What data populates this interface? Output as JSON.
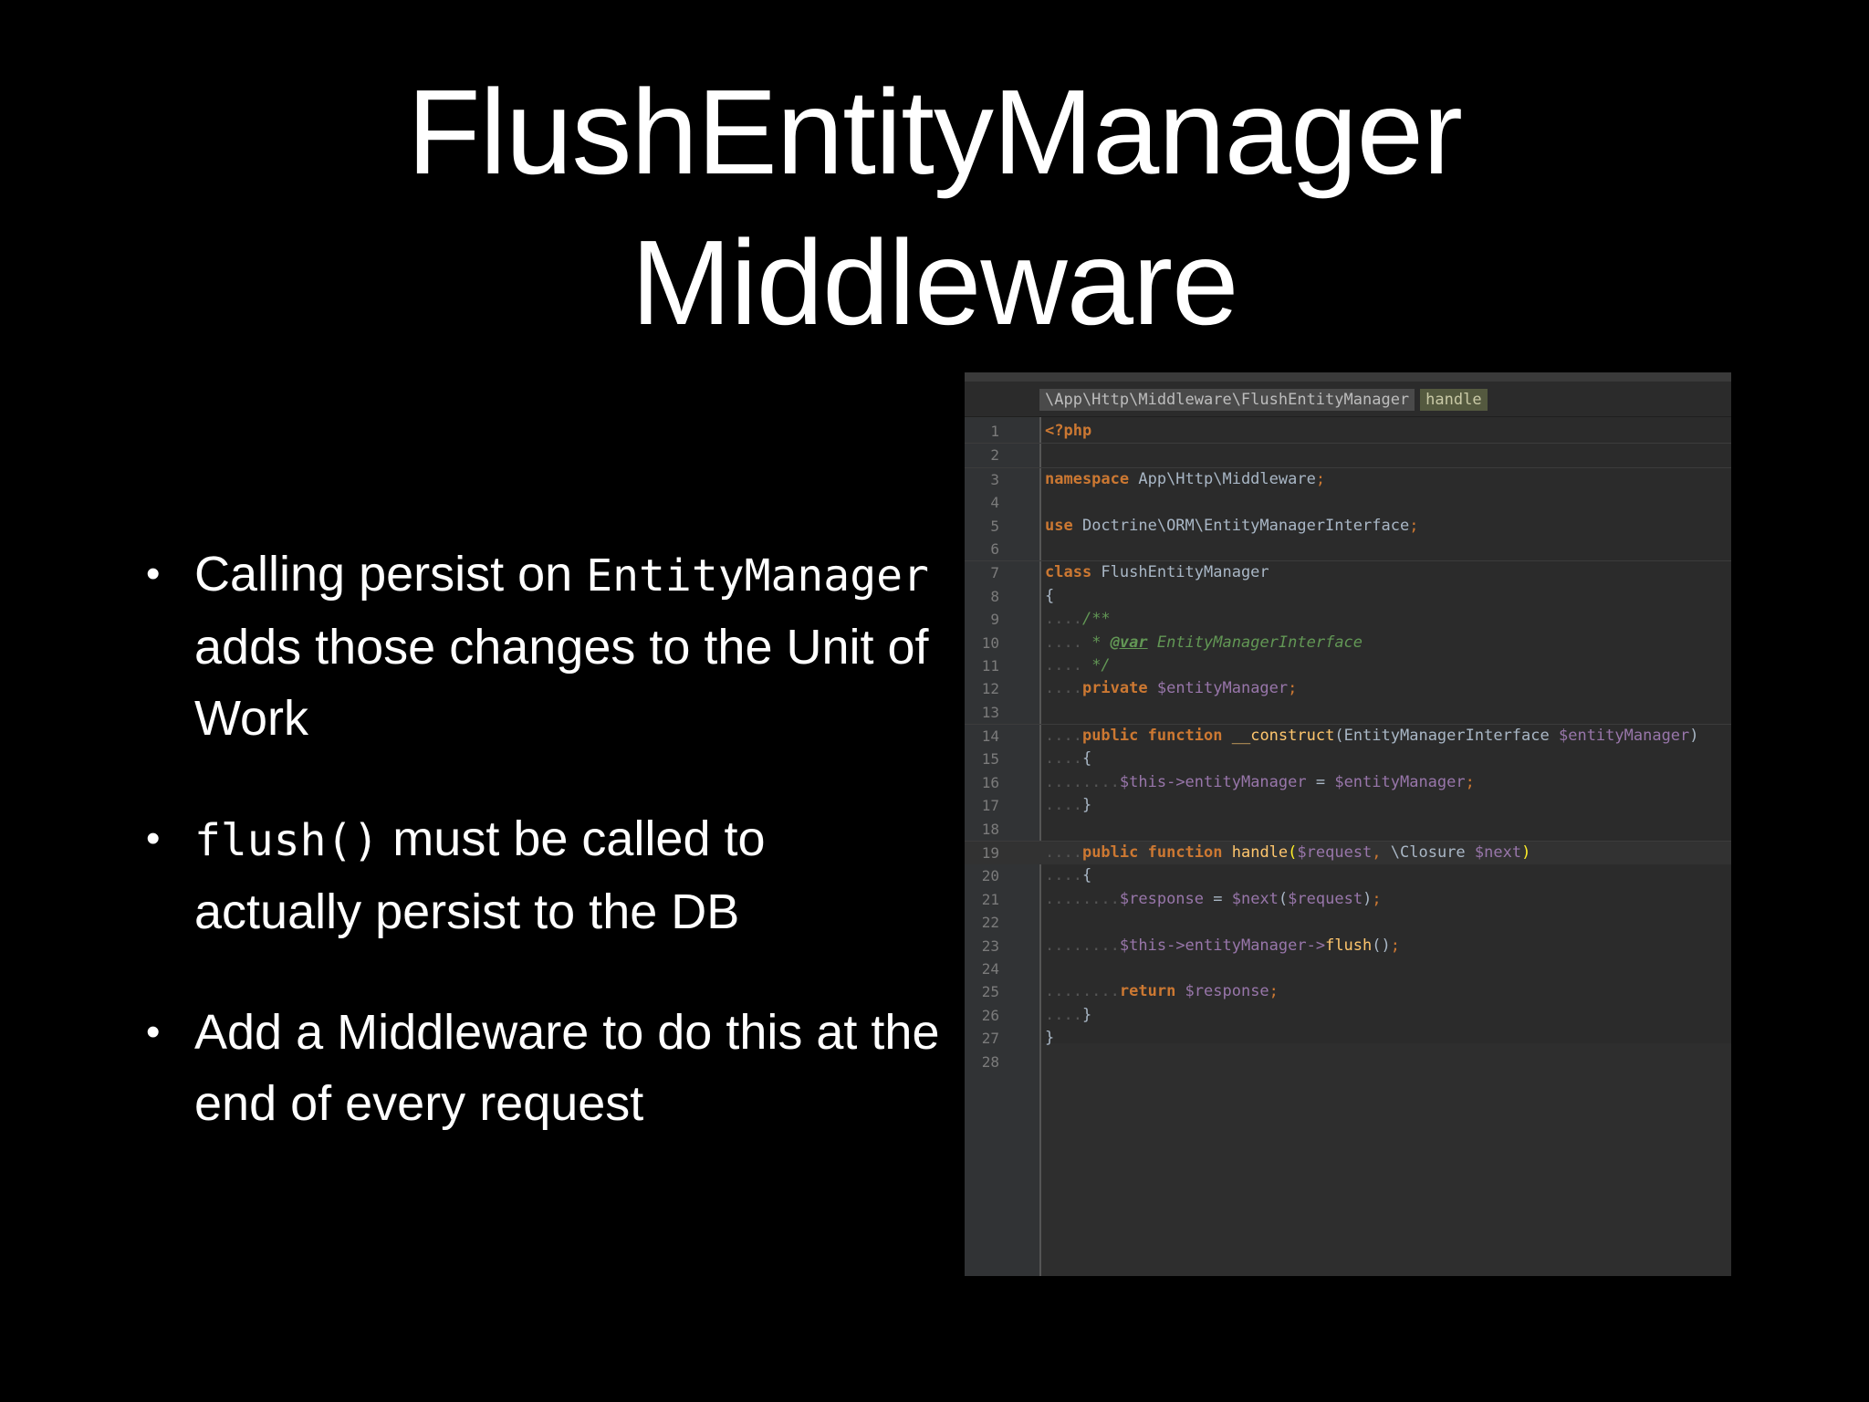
{
  "slide": {
    "title_line1": "FlushEntityManager",
    "title_line2": "Middleware",
    "bullets": [
      {
        "parts": [
          "Calling persist on ",
          "EntityManager",
          " adds those changes to the Unit of Work"
        ]
      },
      {
        "parts": [
          "flush()",
          " must be called to actually persist to the DB"
        ]
      },
      {
        "parts": [
          "Add a Middleware to do this at the end of every request"
        ]
      }
    ]
  },
  "editor": {
    "breadcrumb_path": "\\App\\Http\\Middleware\\FlushEntityManager",
    "breadcrumb_method": "handle",
    "line_numbers": [
      "1",
      "2",
      "3",
      "4",
      "5",
      "6",
      "7",
      "8",
      "9",
      "10",
      "11",
      "12",
      "13",
      "14",
      "15",
      "16",
      "17",
      "18",
      "19",
      "20",
      "21",
      "22",
      "23",
      "24",
      "25",
      "26",
      "27",
      "28"
    ],
    "code": {
      "l1": "<?php",
      "l3_kw": "namespace",
      "l3_rest": " App\\Http\\Middleware",
      "l5_kw": "use",
      "l5_rest": " Doctrine\\ORM\\EntityManagerInterface",
      "l7_kw": "class",
      "l7_rest": " FlushEntityManager",
      "l8": "{",
      "l9": "/**",
      "l10_a": " * ",
      "l10_tag": "@var",
      "l10_type": " EntityManagerInterface",
      "l11": " */",
      "l12_kw": "private",
      "l12_var": " $entityManager",
      "l14_kw1": "public",
      "l14_kw2": " function",
      "l14_fn": " __construct",
      "l14_type": "EntityManagerInterface ",
      "l14_var": "$entityManager",
      "l15": "{",
      "l16_this": "$this",
      "l16_prop": "->entityManager",
      "l16_eq": " = ",
      "l16_var": "$entityManager",
      "l17": "}",
      "l19_kw1": "public",
      "l19_kw2": " function",
      "l19_fn": " handle",
      "l19_v1": "$request",
      "l19_type": " \\Closure ",
      "l19_v2": "$next",
      "l20": "{",
      "l21_v1": "$response",
      "l21_eq": " = ",
      "l21_v2": "$next",
      "l21_v3": "$request",
      "l23_this": "$this",
      "l23_prop": "->entityManager->",
      "l23_fn": "flush",
      "l25_kw": "return",
      "l25_var": " $response",
      "l26": "}",
      "l27": "}"
    }
  }
}
